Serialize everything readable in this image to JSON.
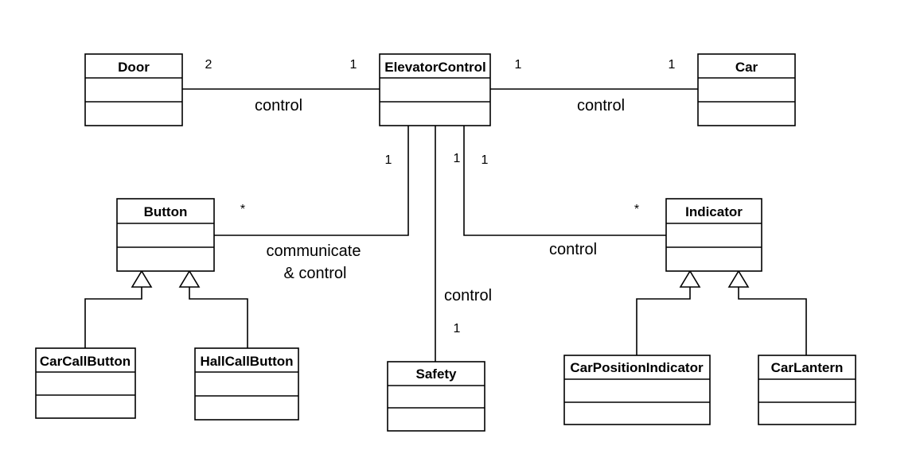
{
  "classes": {
    "door": "Door",
    "elevator_control": "ElevatorControl",
    "car": "Car",
    "button": "Button",
    "indicator": "Indicator",
    "car_call_button": "CarCallButton",
    "hall_call_button": "HallCallButton",
    "safety": "Safety",
    "car_position_indicator": "CarPositionIndicator",
    "car_lantern": "CarLantern"
  },
  "associations": {
    "door_control": {
      "label": "control",
      "mult_door": "2",
      "mult_ec": "1"
    },
    "car_control": {
      "label": "control",
      "mult_ec": "1",
      "mult_car": "1"
    },
    "button_comm": {
      "label_line1": "communicate",
      "label_line2": "& control",
      "mult_ec": "1",
      "mult_button": "*"
    },
    "safety_control": {
      "label": "control",
      "mult_ec": "1",
      "mult_safety": "1"
    },
    "indicator_control": {
      "label": "control",
      "mult_ec": "1",
      "mult_indicator": "*"
    }
  }
}
